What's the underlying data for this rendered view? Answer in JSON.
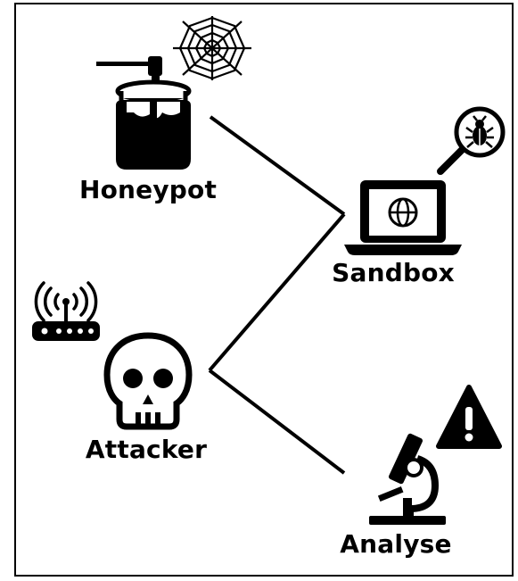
{
  "nodes": {
    "honeypot": {
      "label": "Honeypot",
      "icon": "honey-jar-icon",
      "badge_icon": "spider-web-icon"
    },
    "sandbox": {
      "label": "Sandbox",
      "icon": "laptop-globe-icon",
      "badge_icon": "magnifier-bug-icon"
    },
    "attacker": {
      "label": "Attacker",
      "icon": "skull-icon",
      "badge_icon": "wifi-router-icon"
    },
    "analyse": {
      "label": "Analyse",
      "icon": "microscope-icon",
      "badge_icon": "warning-triangle-icon"
    }
  },
  "colors": {
    "stroke": "#000000",
    "background": "#ffffff"
  }
}
